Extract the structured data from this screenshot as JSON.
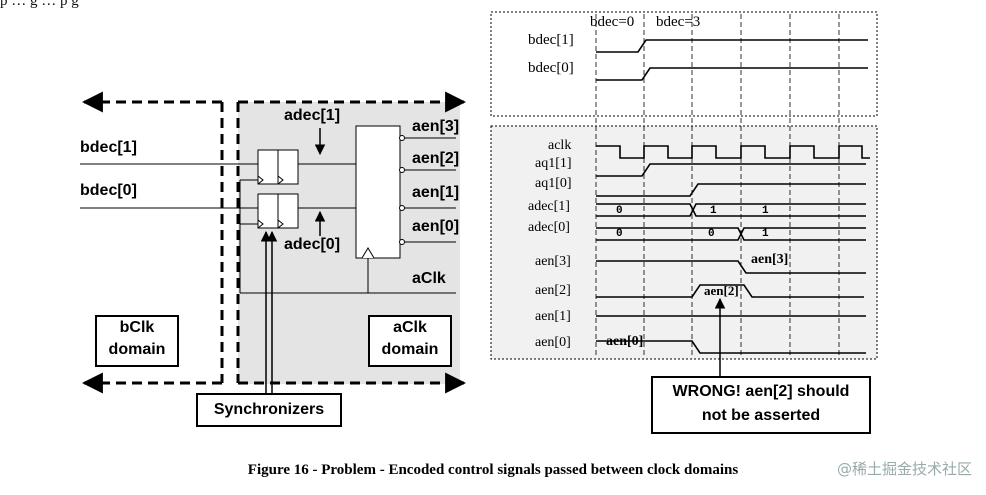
{
  "top_text": "p  …   g              …          p             g",
  "left_diagram": {
    "inputs": [
      "bdec[1]",
      "bdec[0]"
    ],
    "adec_top": "adec[1]",
    "adec_bottom": "adec[0]",
    "outputs": [
      "aen[3]",
      "aen[2]",
      "aen[1]",
      "aen[0]"
    ],
    "clock": "aClk",
    "domain_left": [
      "bClk",
      "domain"
    ],
    "domain_right": [
      "aClk",
      "domain"
    ],
    "sync_label": "Synchronizers"
  },
  "timing_top": {
    "labels": [
      "bdec=0",
      "bdec=3"
    ],
    "signals": [
      "bdec[1]",
      "bdec[0]"
    ]
  },
  "timing_bottom": {
    "signals": [
      "aclk",
      "aq1[1]",
      "aq1[0]",
      "adec[1]",
      "adec[0]",
      "aen[3]",
      "aen[2]",
      "aen[1]",
      "aen[0]"
    ],
    "adec1_values": [
      "0",
      "1",
      "1"
    ],
    "adec0_values": [
      "0",
      "0",
      "1"
    ],
    "pulse_labels": {
      "aen3": "aen[3]",
      "aen2": "aen[2]",
      "aen0": "aen[0]"
    }
  },
  "wrong_note": [
    "WRONG! aen[2] should",
    "not be asserted"
  ],
  "caption": "Figure 16 - Problem - Encoded control signals passed between clock domains",
  "watermark": "@稀土掘金技术社区"
}
